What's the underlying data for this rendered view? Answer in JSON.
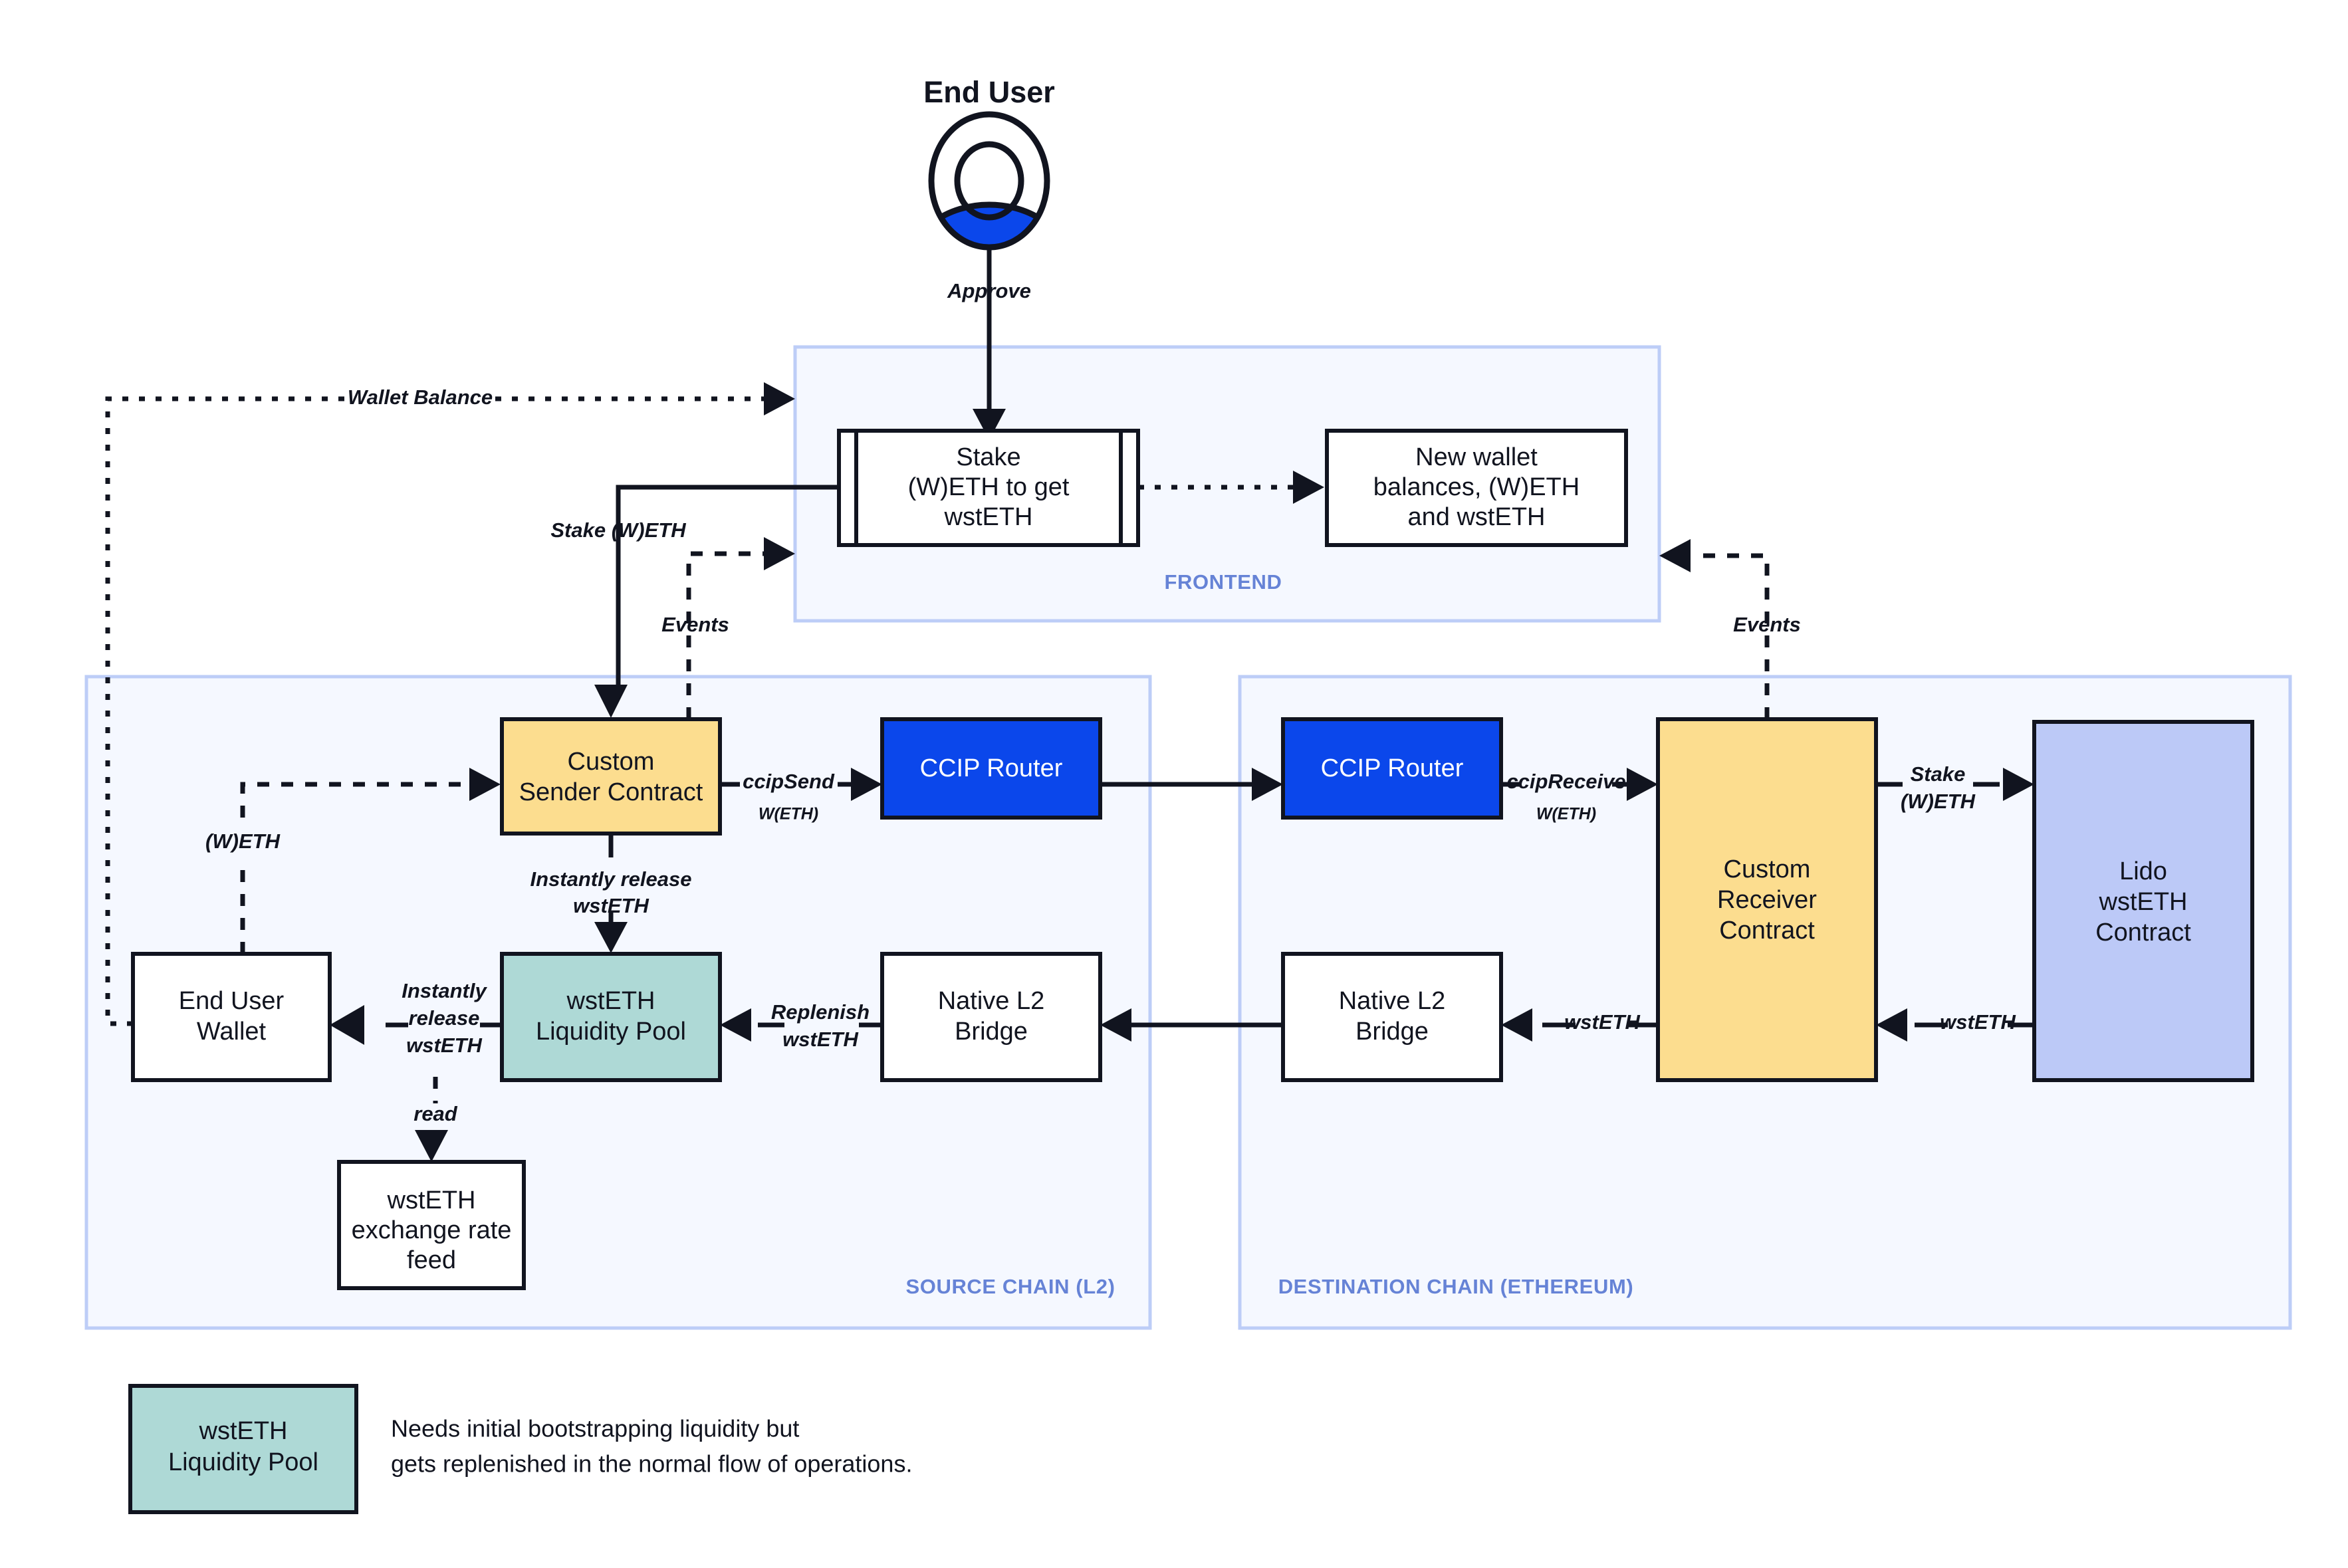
{
  "title": "End User",
  "colors": {
    "accent_blue": "#0b47eb",
    "container_fill": "#f5f8ff",
    "container_border": "#bdcdf7",
    "container_label": "#6683d6",
    "contract_yellow": "#fcdd8f",
    "pool_teal": "#aed9d6",
    "lido_lavender": "#bcc9f7",
    "stroke_dark": "#11141f",
    "white": "#ffffff"
  },
  "actor": {
    "label": "End User",
    "icon": "user-avatar-icon"
  },
  "containers": {
    "frontend": {
      "label": "FRONTEND"
    },
    "source_chain": {
      "label": "SOURCE CHAIN (L2)"
    },
    "destination_chain": {
      "label": "DESTINATION CHAIN (ETHEREUM)"
    }
  },
  "nodes": {
    "stake_form": {
      "line1": "Stake",
      "line2": "(W)ETH to get",
      "line3": "wstETH"
    },
    "new_balances": {
      "line1": "New wallet",
      "line2": "balances, (W)ETH",
      "line3": "and wstETH"
    },
    "custom_sender": {
      "line1": "Custom",
      "line2": "Sender Contract"
    },
    "ccip_router_source": {
      "line1": "CCIP Router"
    },
    "ccip_router_dest": {
      "line1": "CCIP Router"
    },
    "custom_receiver": {
      "line1": "Custom",
      "line2": "Receiver",
      "line3": "Contract"
    },
    "lido_contract": {
      "line1": "Lido",
      "line2": "wstETH",
      "line3": "Contract"
    },
    "end_user_wallet": {
      "line1": "End User",
      "line2": "Wallet"
    },
    "wsteth_pool": {
      "line1": "wstETH",
      "line2": "Liquidity Pool"
    },
    "native_bridge_source": {
      "line1": "Native L2",
      "line2": "Bridge"
    },
    "native_bridge_dest": {
      "line1": "Native L2",
      "line2": "Bridge"
    },
    "rate_feed": {
      "line1": "wstETH",
      "line2": "exchange rate",
      "line3": "feed"
    }
  },
  "edge_labels": {
    "approve": "Approve",
    "wallet_balance": "Wallet Balance",
    "stake_weth": "Stake (W)ETH",
    "events_source": "Events",
    "events_dest": "Events",
    "ccip_send": "ccipSend",
    "ccip_send_sub": "W(ETH)",
    "ccip_receive": "ccipReceive",
    "ccip_receive_sub": "W(ETH)",
    "weth": "(W)ETH",
    "instantly_release_1": "Instantly release",
    "instantly_release_2": "wstETH",
    "instantly_release_wallet_1": "Instantly",
    "instantly_release_wallet_2": "release",
    "instantly_release_wallet_3": "wstETH",
    "replenish_1": "Replenish",
    "replenish_2": "wstETH",
    "read": "read",
    "stake_weth_dest_1": "Stake",
    "stake_weth_dest_2": "(W)ETH",
    "wsteth_receiver": "wstETH",
    "wsteth_lido": "wstETH",
    "wsteth_bridge": "wstETH"
  },
  "legend": {
    "swatch_line1": "wstETH",
    "swatch_line2": "Liquidity Pool",
    "note_line1": "Needs initial bootstrapping liquidity but",
    "note_line2": "gets replenished in the normal flow of operations."
  }
}
